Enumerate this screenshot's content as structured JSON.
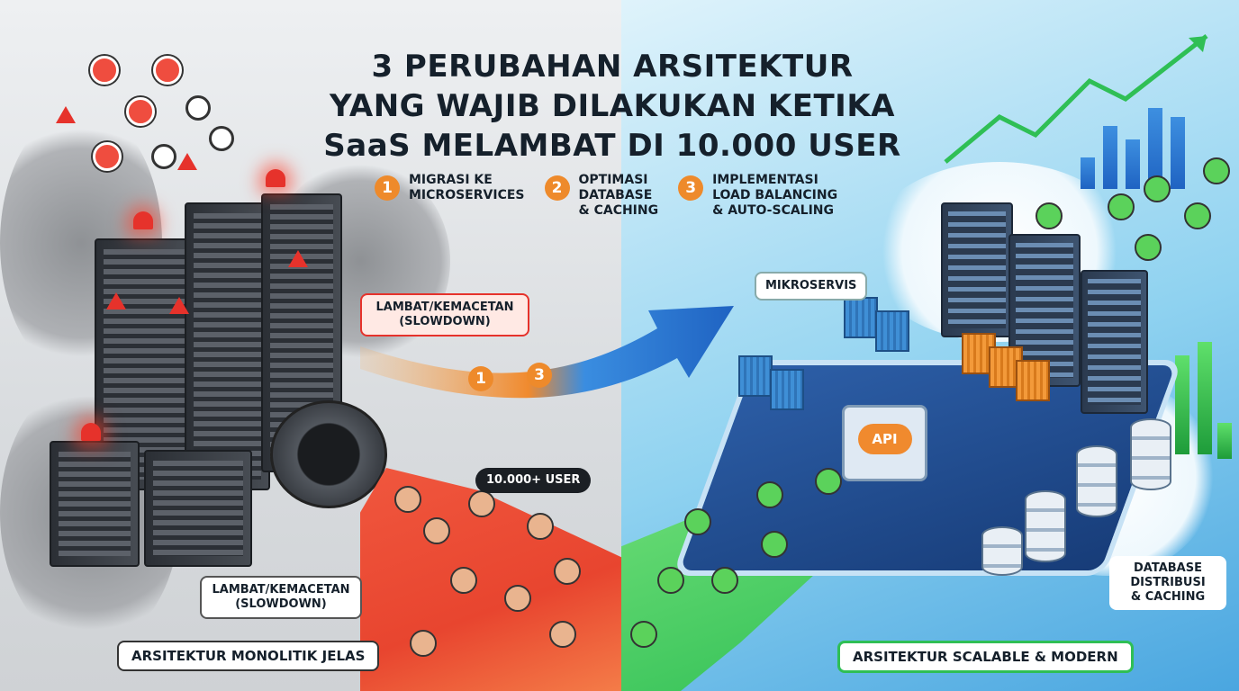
{
  "title": "3 PERUBAHAN ARSITEKTUR\nYANG WAJIB DILAKUKAN KETIKA\nSaaS MELAMBAT DI 10.000 USER",
  "title_lines": [
    "3 PERUBAHAN ARSITEKTUR",
    "YANG WAJIB DILAKUKAN KETIKA",
    "SaaS MELAMBAT DI 10.000 USER"
  ],
  "steps": [
    {
      "num": "1",
      "text": "MIGRASI KE\nMICROSERVICES"
    },
    {
      "num": "2",
      "text": "OPTIMASI\nDATABASE\n& CACHING"
    },
    {
      "num": "3",
      "text": "IMPLEMENTASI\nLOAD BALANCING\n& AUTO-SCALING"
    }
  ],
  "left": {
    "callout_top": "LAMBAT/KEMACETAN\n(SLOWDOWN)",
    "callout_bottom": "LAMBAT/KEMACETAN\n(SLOWDOWN)",
    "user_badge": "10.000+ USER",
    "footer": "ARSITEKTUR MONOLITIK JELAS"
  },
  "arrow_markers": [
    "1",
    "3"
  ],
  "right": {
    "microservices_label": "MIKROSERVIS",
    "api_label": "API",
    "database_label": "DATABASE\nDISTRIBUSI\n& CACHING",
    "footer": "ARSITEKTUR SCALABLE & MODERN"
  },
  "colors": {
    "accent_orange": "#ee8a2b",
    "alert_red": "#e6322b",
    "success_green": "#2fbf55",
    "brand_blue": "#1f63c2"
  }
}
